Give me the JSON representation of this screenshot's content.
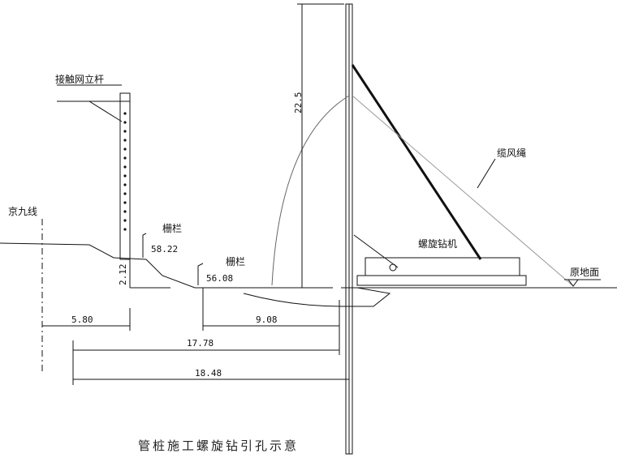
{
  "labels": {
    "catenary_pole": "接触网立杆",
    "railway_line": "京九线",
    "fence_upper": "栅栏",
    "fence_lower": "栅栏",
    "guy_rope": "缆风绳",
    "drill_rig": "螺旋钻机",
    "ground": "原地面"
  },
  "dimensions": {
    "mast_height": "22.5",
    "step_height": "2.12",
    "elevation_upper": "58.22",
    "elevation_lower": "56.08",
    "dim_5_80": "5.80",
    "dim_9_08": "9.08",
    "dim_17_78": "17.78",
    "dim_18_48": "18.48"
  },
  "title": "管桩施工螺旋钻引孔示意"
}
